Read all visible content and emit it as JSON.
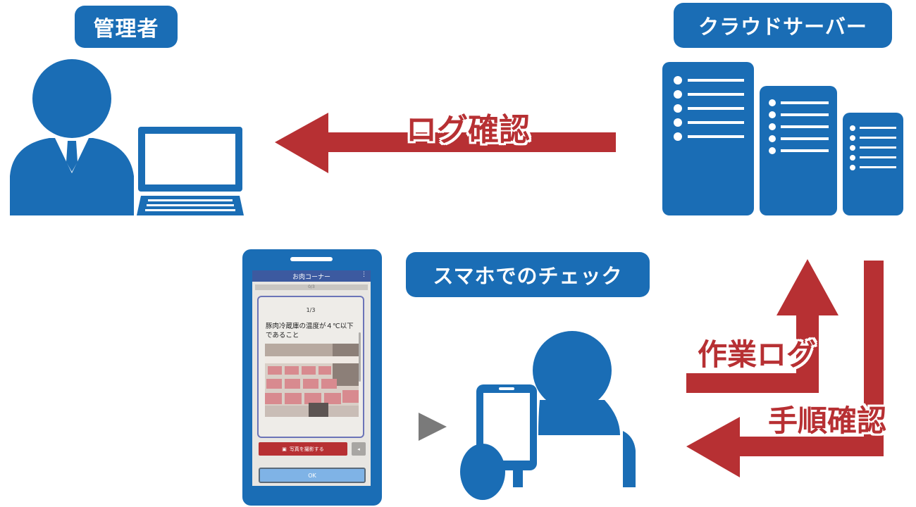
{
  "labels": {
    "admin": "管理者",
    "cloud": "クラウドサーバー",
    "smartphone_check": "スマホでのチェック"
  },
  "arrows": {
    "log_check": "ログ確認",
    "work_log": "作業ログ",
    "procedure_check": "手順確認"
  },
  "phone": {
    "app_title": "お肉コーナー",
    "progress": "0/3",
    "step": "1/3",
    "task_text": "豚肉冷蔵庫の温度が４℃以下であること",
    "photo_button": "写真を撮影する",
    "ok_button": "OK"
  },
  "colors": {
    "blue": "#1a6db5",
    "red": "#b73033"
  }
}
